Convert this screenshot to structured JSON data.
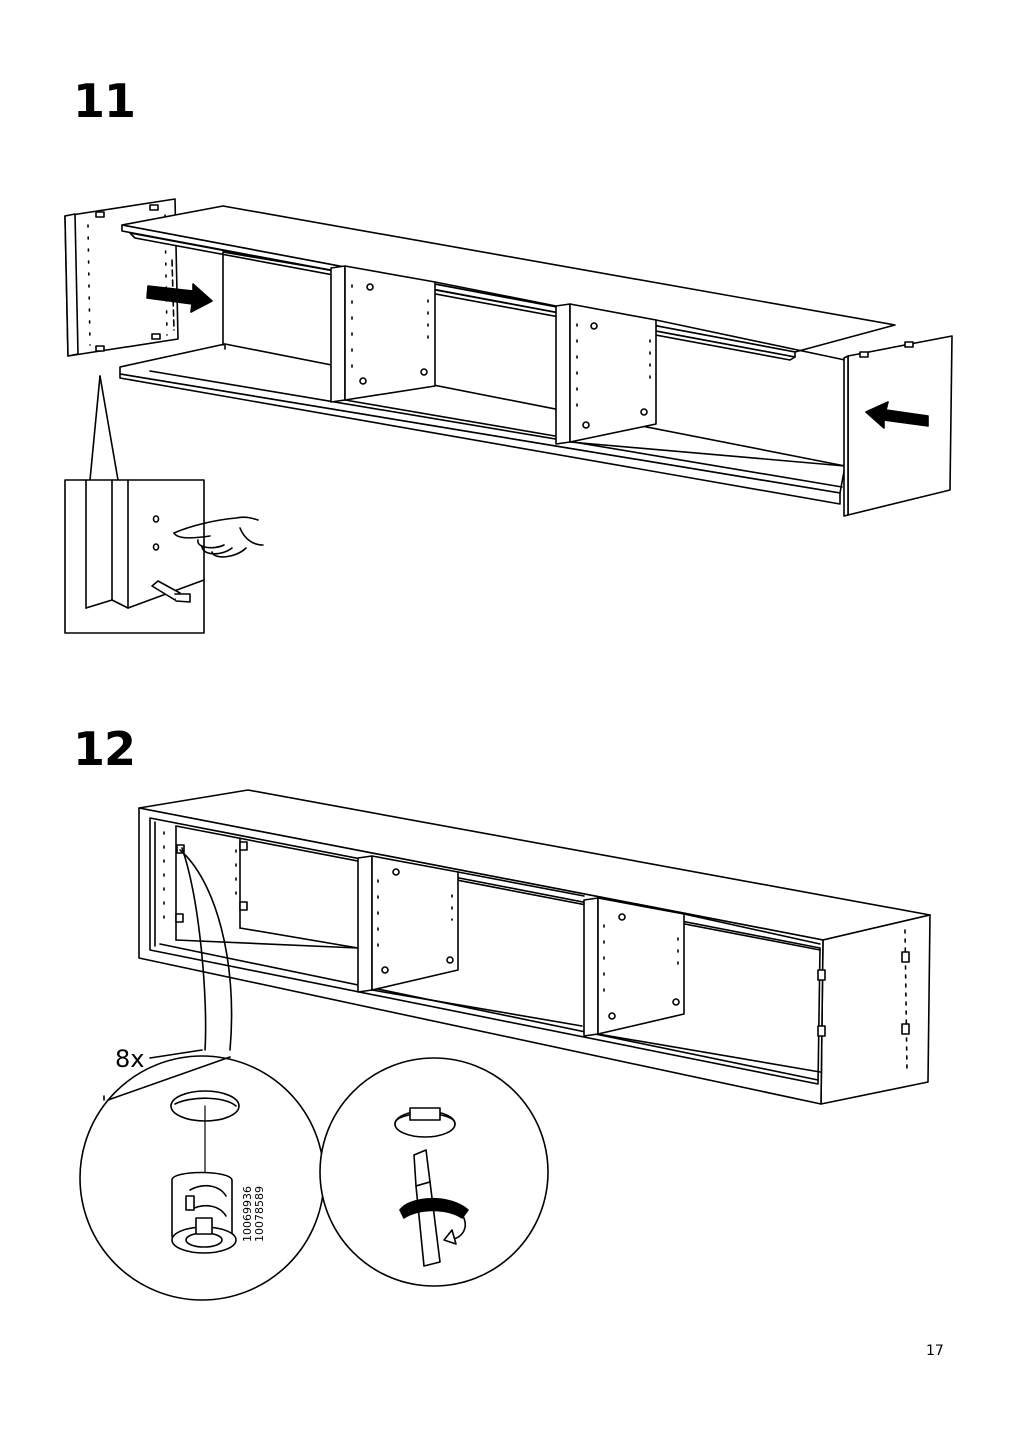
{
  "steps": [
    {
      "number": "11"
    },
    {
      "number": "12",
      "quantity_label": "8x",
      "part_numbers": [
        "10069936",
        "10078589"
      ]
    }
  ],
  "page": {
    "number": "17"
  },
  "icons": {
    "arrow_left_panel": "arrow-right-icon",
    "arrow_right_panel": "arrow-left-icon",
    "hand_press": "hand-pointing-icon",
    "screwdriver_rotate": "rotate-clockwise-icon",
    "cam_lock": "cam-lock-fitting-icon"
  }
}
